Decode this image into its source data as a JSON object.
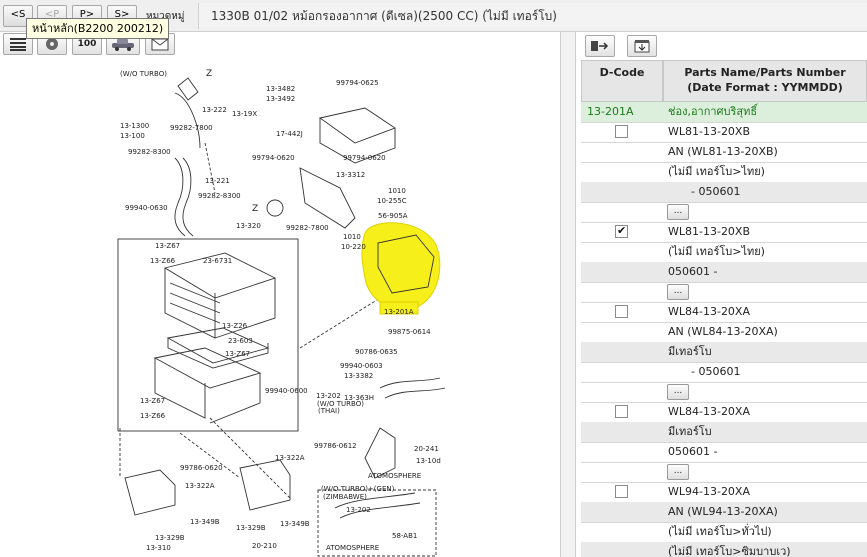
{
  "top": {
    "nav": [
      "<S",
      "<P",
      "P>",
      "S>"
    ],
    "breadcrumb": "หมวดหมู่",
    "title": "1330B 01/02 หม้อกรองอากาศ (ดีเซล)(2500 CC) (ไม่มี เทอร์โบ)",
    "tooltip": "หน้าหลัก(B2200 200212)"
  },
  "left_toolbar": {
    "zoom_label": "100"
  },
  "diagram": {
    "labels": [
      "(W/O TURBO)",
      "Z",
      "13-222",
      "99282-7800",
      "13-1300",
      "13-100",
      "99282-8300",
      "13-221",
      "99282-8300",
      "99940-0630",
      "13-3482",
      "13-3492",
      "13-19X",
      "17-442J",
      "99794-0625",
      "99794-0620",
      "99794-0620",
      "13-3312",
      "1010",
      "10-255C",
      "56-905A",
      "Z",
      "13-320",
      "99282-7800",
      "1010",
      "10-220",
      "13-Z67",
      "13-Z66",
      "23-6731",
      "13-201A",
      "99875-0614",
      "13-Z26",
      "23-603",
      "13-Z67",
      "90786-0635",
      "99940-0603",
      "13-3382",
      "13-363H",
      "13-202",
      "(W/O TURBO)",
      "(THAI)",
      "99940-0600",
      "13-Z67",
      "13-Z66",
      "99786-0612",
      "20-241",
      "13-10d",
      "ATOMOSPHERE",
      "99786-0620",
      "13-322A",
      "13-322A",
      "13-349B",
      "13-329B",
      "13-349B",
      "13-310",
      "13-329B",
      "20-210",
      "(W/O TURBO)+(GEN)",
      "(ZIMBABWE)",
      "13-202",
      "58-AB1",
      "ATOMOSPHERE"
    ]
  },
  "right": {
    "header": {
      "col1": "D-Code",
      "col2_line1": "Parts Name/Parts Number",
      "col2_line2": "(Date Format : YYMMDD)"
    },
    "rows": [
      {
        "type": "group",
        "code": "13-201A",
        "text": "ช่อง,อากาศบริสุทธิ์"
      },
      {
        "type": "check",
        "checked": false,
        "text": "WL81-13-20XB"
      },
      {
        "type": "plain",
        "text": "AN (WL81-13-20XB)"
      },
      {
        "type": "plain",
        "text": "(ไม่มี เทอร์โบ>ไทย)"
      },
      {
        "type": "grey",
        "text": "- 050601"
      },
      {
        "type": "more",
        "label": "..."
      },
      {
        "type": "check",
        "checked": true,
        "text": "WL81-13-20XB"
      },
      {
        "type": "plain",
        "text": "(ไม่มี เทอร์โบ>ไทย)"
      },
      {
        "type": "grey",
        "text": "050601  -"
      },
      {
        "type": "more",
        "label": "..."
      },
      {
        "type": "check",
        "checked": false,
        "text": "WL84-13-20XA"
      },
      {
        "type": "plain",
        "text": "AN (WL84-13-20XA)"
      },
      {
        "type": "grey",
        "text": "มีเทอร์โบ"
      },
      {
        "type": "plain",
        "text": "- 050601"
      },
      {
        "type": "more",
        "label": "..."
      },
      {
        "type": "check",
        "checked": false,
        "text": "WL84-13-20XA"
      },
      {
        "type": "grey",
        "text": "มีเทอร์โบ"
      },
      {
        "type": "plain",
        "text": "050601  -"
      },
      {
        "type": "more",
        "label": "..."
      },
      {
        "type": "check",
        "checked": false,
        "text": "WL94-13-20XA"
      },
      {
        "type": "grey",
        "text": "AN (WL94-13-20XA)"
      },
      {
        "type": "plain",
        "text": "(ไม่มี เทอร์โบ>ทั่วไป)"
      },
      {
        "type": "grey",
        "text": "(ไม่มี เทอร์โบ>ซิมบาบเว)"
      }
    ]
  }
}
